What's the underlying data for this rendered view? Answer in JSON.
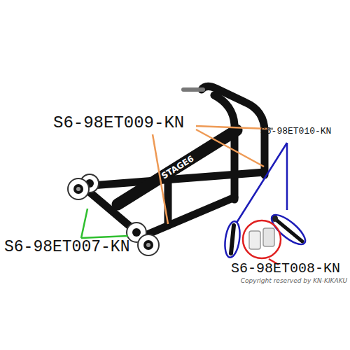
{
  "diagram": {
    "labels": [
      "S6-98ET009-KN",
      "S6-98ET010-KN",
      "S6-98ET007-KN",
      "S6-98ET008-KN",
      "Copyright reserved by KN-KIKAKU",
      "STAGE6"
    ]
  }
}
